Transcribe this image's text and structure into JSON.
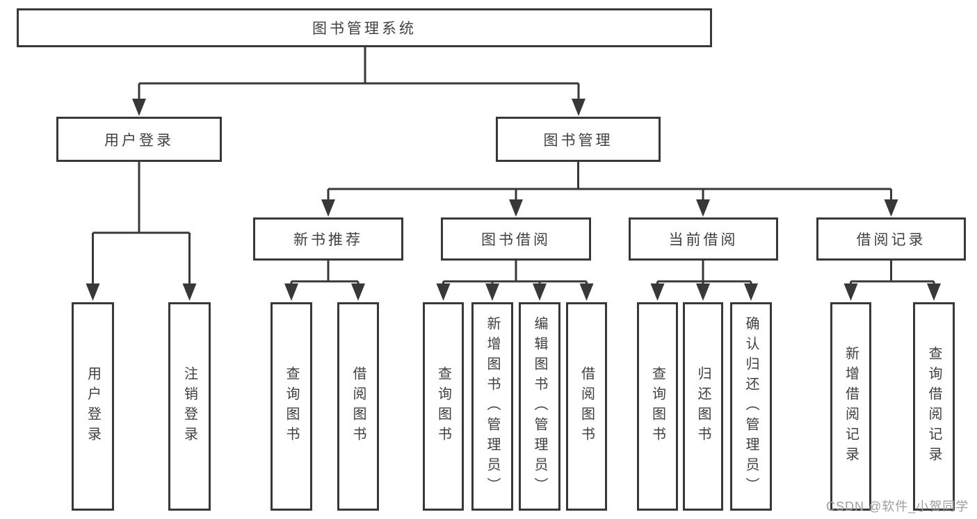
{
  "tree": {
    "label": "图书管理系统",
    "children": [
      {
        "label": "用户登录",
        "children": [
          {
            "label": "用户登录"
          },
          {
            "label": "注销登录"
          }
        ]
      },
      {
        "label": "图书管理",
        "children": [
          {
            "label": "新书推荐",
            "children": [
              {
                "label": "查询图书"
              },
              {
                "label": "借阅图书"
              }
            ]
          },
          {
            "label": "图书借阅",
            "children": [
              {
                "label": "查询图书"
              },
              {
                "label": "新增图书（管理员）"
              },
              {
                "label": "编辑图书（管理员）"
              },
              {
                "label": "借阅图书"
              }
            ]
          },
          {
            "label": "当前借阅",
            "children": [
              {
                "label": "查询图书"
              },
              {
                "label": "归还图书"
              },
              {
                "label": "确认归还（管理员）"
              }
            ]
          },
          {
            "label": "借阅记录",
            "children": [
              {
                "label": "新增借阅记录"
              },
              {
                "label": "查询借阅记录"
              }
            ]
          }
        ]
      }
    ]
  },
  "watermark": "CSDN @软件_小贺同学",
  "colors": {
    "line": "#383838",
    "text": "#3f3f3f",
    "watermark": "#9d9d9d",
    "background": "#ffffff"
  }
}
